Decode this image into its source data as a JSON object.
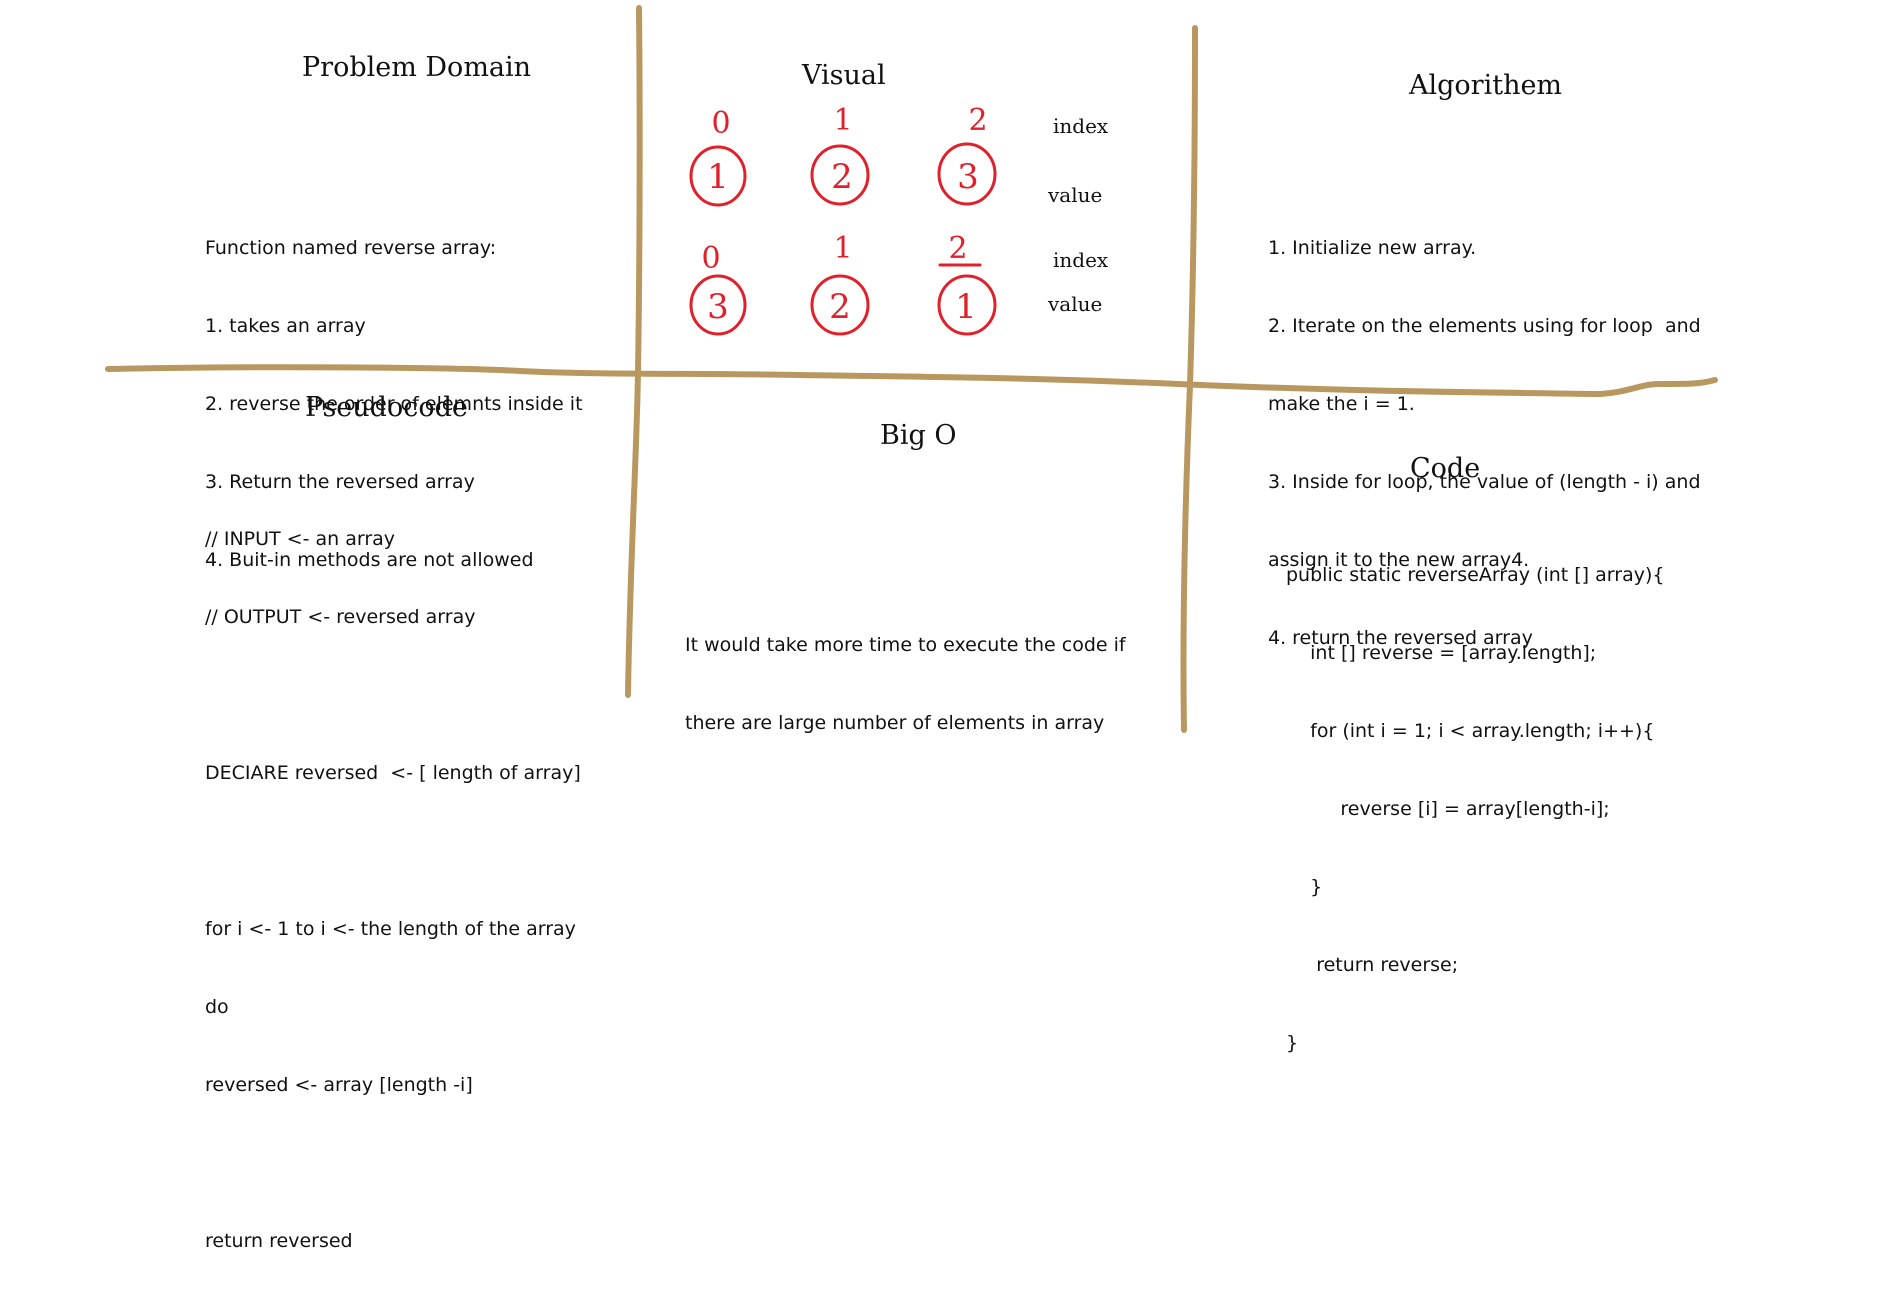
{
  "problem_domain": {
    "title": "Problem Domain",
    "lines": [
      "Function named reverse array:",
      "1. takes an array",
      "2. reverse the order of elemnts inside it",
      "3. Return the reversed array",
      "4. Buit-in methods are not allowed"
    ]
  },
  "visual": {
    "title": "Visual",
    "top_row": {
      "indices": [
        "0",
        "1",
        "2"
      ],
      "values": [
        "1",
        "2",
        "3"
      ],
      "index_label": "index",
      "value_label": "value"
    },
    "bottom_row": {
      "indices": [
        "0",
        "1",
        "2"
      ],
      "values": [
        "3",
        "2",
        "1"
      ],
      "index_label": "index",
      "value_label": "value"
    },
    "ink_color": "#e0202a"
  },
  "algorithm": {
    "title": "Algorithem",
    "lines": [
      "1. Initialize new array.",
      "2. Iterate on the elements using for loop  and",
      "make the i = 1.",
      "3. Inside for loop, the value of (length - i) and",
      "assign it to the new array4.",
      "4. return the reversed array"
    ]
  },
  "pseudocode": {
    "title": "Pseudocode",
    "lines": [
      "// INPUT <- an array",
      "// OUTPUT <- reversed array",
      "",
      "DECIARE reversed  <- [ length of array]",
      "",
      "for i <- 1 to i <- the length of the array",
      "do",
      "reversed <- array [length -i]",
      "",
      "return reversed"
    ]
  },
  "big_o": {
    "title": "Big O",
    "lines": [
      "It would take more time to execute the code if",
      "there are large number of elements in array"
    ]
  },
  "code": {
    "title": "Code",
    "lines": [
      "public static reverseArray (int [] array){",
      "    int [] reverse = [array.length];",
      "    for (int i = 1; i < array.length; i++){",
      "         reverse [i] = array[length-i];",
      "    }",
      "     return reverse;",
      "}"
    ]
  },
  "colors": {
    "divider": "#b99860",
    "ink": "#e0202a",
    "text": "#111111"
  }
}
